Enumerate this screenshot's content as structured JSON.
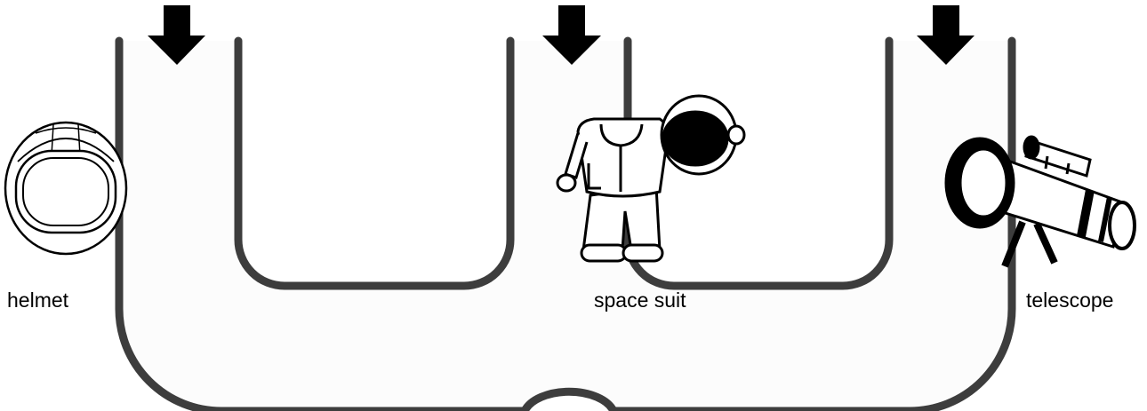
{
  "items": [
    {
      "label": "helmet",
      "icon": "helmet-icon"
    },
    {
      "label": "space suit",
      "icon": "space-suit-icon"
    },
    {
      "label": "telescope",
      "icon": "telescope-icon"
    }
  ],
  "arrows": [
    "arrow-down-icon",
    "arrow-down-icon",
    "arrow-down-icon"
  ],
  "colors": {
    "track": "#3d3d3d",
    "track_fill": "#fcfcfc",
    "arrow": "#000000"
  }
}
